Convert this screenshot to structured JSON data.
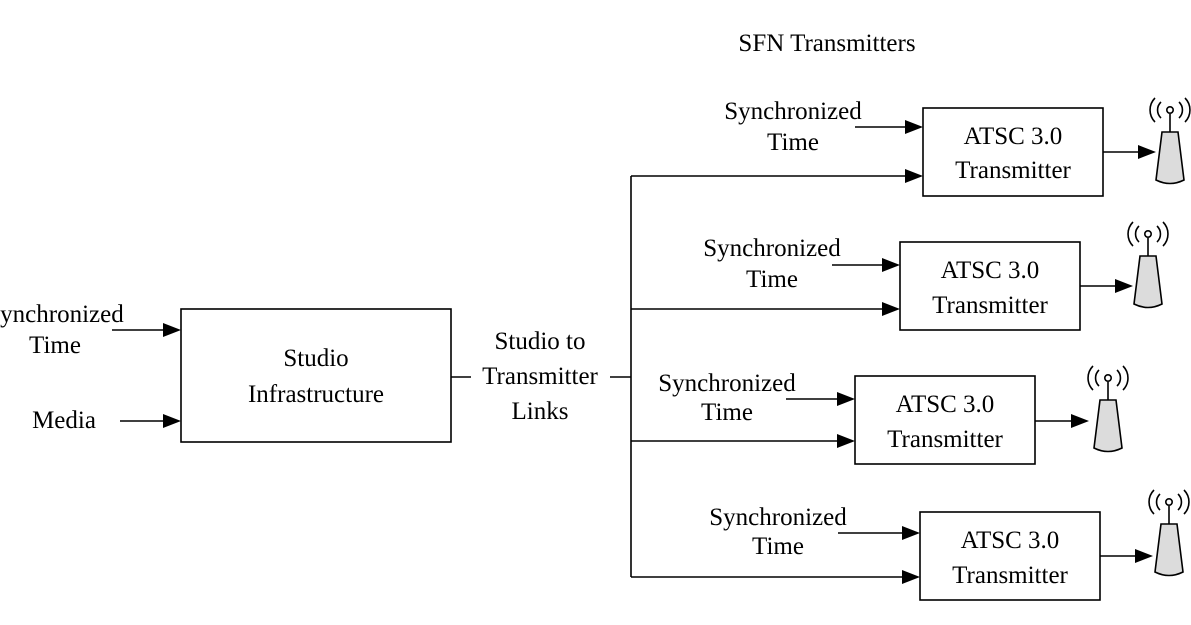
{
  "title": "SFN Transmitters",
  "studio": {
    "inputs": {
      "sync_line1": "Synchronized",
      "sync_line2": "Time",
      "media": "Media"
    },
    "label_line1": "Studio",
    "label_line2": "Infrastructure"
  },
  "link_label": {
    "line1": "Studio to",
    "line2": "Transmitter",
    "line3": "Links"
  },
  "transmitters": [
    {
      "sync_line1": "Synchronized",
      "sync_line2": "Time",
      "label_line1": "ATSC 3.0",
      "label_line2": "Transmitter"
    },
    {
      "sync_line1": "Synchronized",
      "sync_line2": "Time",
      "label_line1": "ATSC 3.0",
      "label_line2": "Transmitter"
    },
    {
      "sync_line1": "Synchronized",
      "sync_line2": "Time",
      "label_line1": "ATSC 3.0",
      "label_line2": "Transmitter"
    },
    {
      "sync_line1": "Synchronized",
      "sync_line2": "Time",
      "label_line1": "ATSC 3.0",
      "label_line2": "Transmitter"
    }
  ]
}
